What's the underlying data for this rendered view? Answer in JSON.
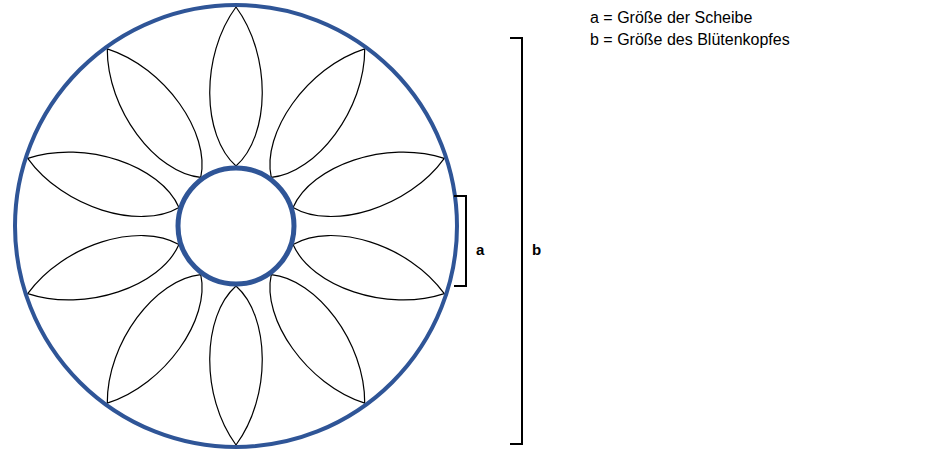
{
  "diagram": {
    "labels": [
      "a = Größe der Scheibe",
      "b = Größe des Blütenkopfes",
      "a",
      "b"
    ]
  }
}
